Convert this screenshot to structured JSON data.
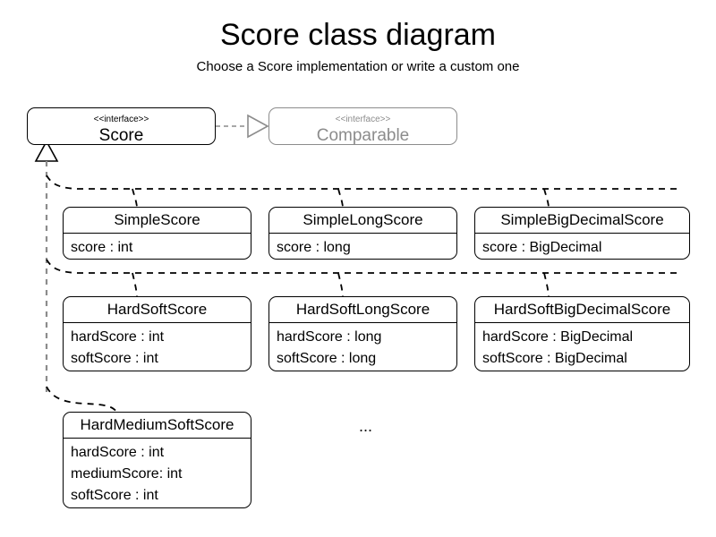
{
  "header": {
    "title": "Score class diagram",
    "subtitle": "Choose a Score implementation or write a custom one"
  },
  "interfaces": [
    {
      "id": "score",
      "stereotype": "<<interface>>",
      "name": "Score",
      "muted": false
    },
    {
      "id": "comparable",
      "stereotype": "<<interface>>",
      "name": "Comparable",
      "muted": true
    }
  ],
  "classes": [
    {
      "id": "simple-score",
      "name": "SimpleScore",
      "attributes": [
        "score : int"
      ]
    },
    {
      "id": "simple-long-score",
      "name": "SimpleLongScore",
      "attributes": [
        "score : long"
      ]
    },
    {
      "id": "simple-big-decimal-score",
      "name": "SimpleBigDecimalScore",
      "attributes": [
        "score : BigDecimal"
      ]
    },
    {
      "id": "hard-soft-score",
      "name": "HardSoftScore",
      "attributes": [
        "hardScore : int",
        "softScore : int"
      ]
    },
    {
      "id": "hard-soft-long-score",
      "name": "HardSoftLongScore",
      "attributes": [
        "hardScore : long",
        "softScore : long"
      ]
    },
    {
      "id": "hard-soft-big-decimal-score",
      "name": "HardSoftBigDecimalScore",
      "attributes": [
        "hardScore : BigDecimal",
        "softScore : BigDecimal"
      ]
    },
    {
      "id": "hard-medium-soft-score",
      "name": "HardMediumSoftScore",
      "attributes": [
        "hardScore : int",
        "mediumScore: int",
        "softScore : int"
      ]
    }
  ],
  "annotations": {
    "more_implementations": "..."
  },
  "colors": {
    "stroke": "#000000",
    "muted_stroke": "#8c8c8c",
    "connector": "#000000",
    "trunk": "#8c8c8c",
    "background": "#ffffff"
  }
}
